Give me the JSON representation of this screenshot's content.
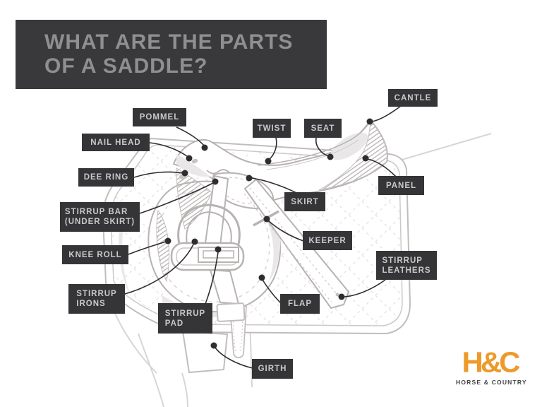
{
  "title": {
    "line1": "WHAT ARE THE PARTS",
    "line2": "OF A SADDLE?"
  },
  "diagram": {
    "subject": "english saddle side view on quilted saddle pad",
    "labels": [
      {
        "id": "cantle",
        "text": "CANTLE"
      },
      {
        "id": "pommel",
        "text": "POMMEL"
      },
      {
        "id": "twist",
        "text": "TWIST"
      },
      {
        "id": "seat",
        "text": "SEAT"
      },
      {
        "id": "nail-head",
        "text": "NAIL HEAD"
      },
      {
        "id": "dee-ring",
        "text": "DEE RING"
      },
      {
        "id": "panel",
        "text": "PANEL"
      },
      {
        "id": "skirt",
        "text": "SKIRT"
      },
      {
        "id": "stirrup-bar",
        "text": "STIRRUP BAR\n(UNDER SKIRT)"
      },
      {
        "id": "keeper",
        "text": "KEEPER"
      },
      {
        "id": "knee-roll",
        "text": "KNEE ROLL"
      },
      {
        "id": "stirrup-leathers",
        "text": "STIRRUP\nLEATHERS"
      },
      {
        "id": "stirrup-irons",
        "text": "STIRRUP\nIRONS"
      },
      {
        "id": "stirrup-pad",
        "text": "STIRRUP\nPAD"
      },
      {
        "id": "flap",
        "text": "FLAP"
      },
      {
        "id": "girth",
        "text": "GIRTH"
      }
    ]
  },
  "logo": {
    "wordmark": "H&C",
    "tagline": "HORSE & COUNTRY"
  },
  "colors": {
    "label_background": "#353437",
    "label_text": "#c9c8ca",
    "title_background": "#39383b",
    "title_text": "#8f8f91",
    "logo_orange": "#EE9A2B",
    "line_art": "#b8b2b2",
    "leader_line": "#2e2d30"
  }
}
